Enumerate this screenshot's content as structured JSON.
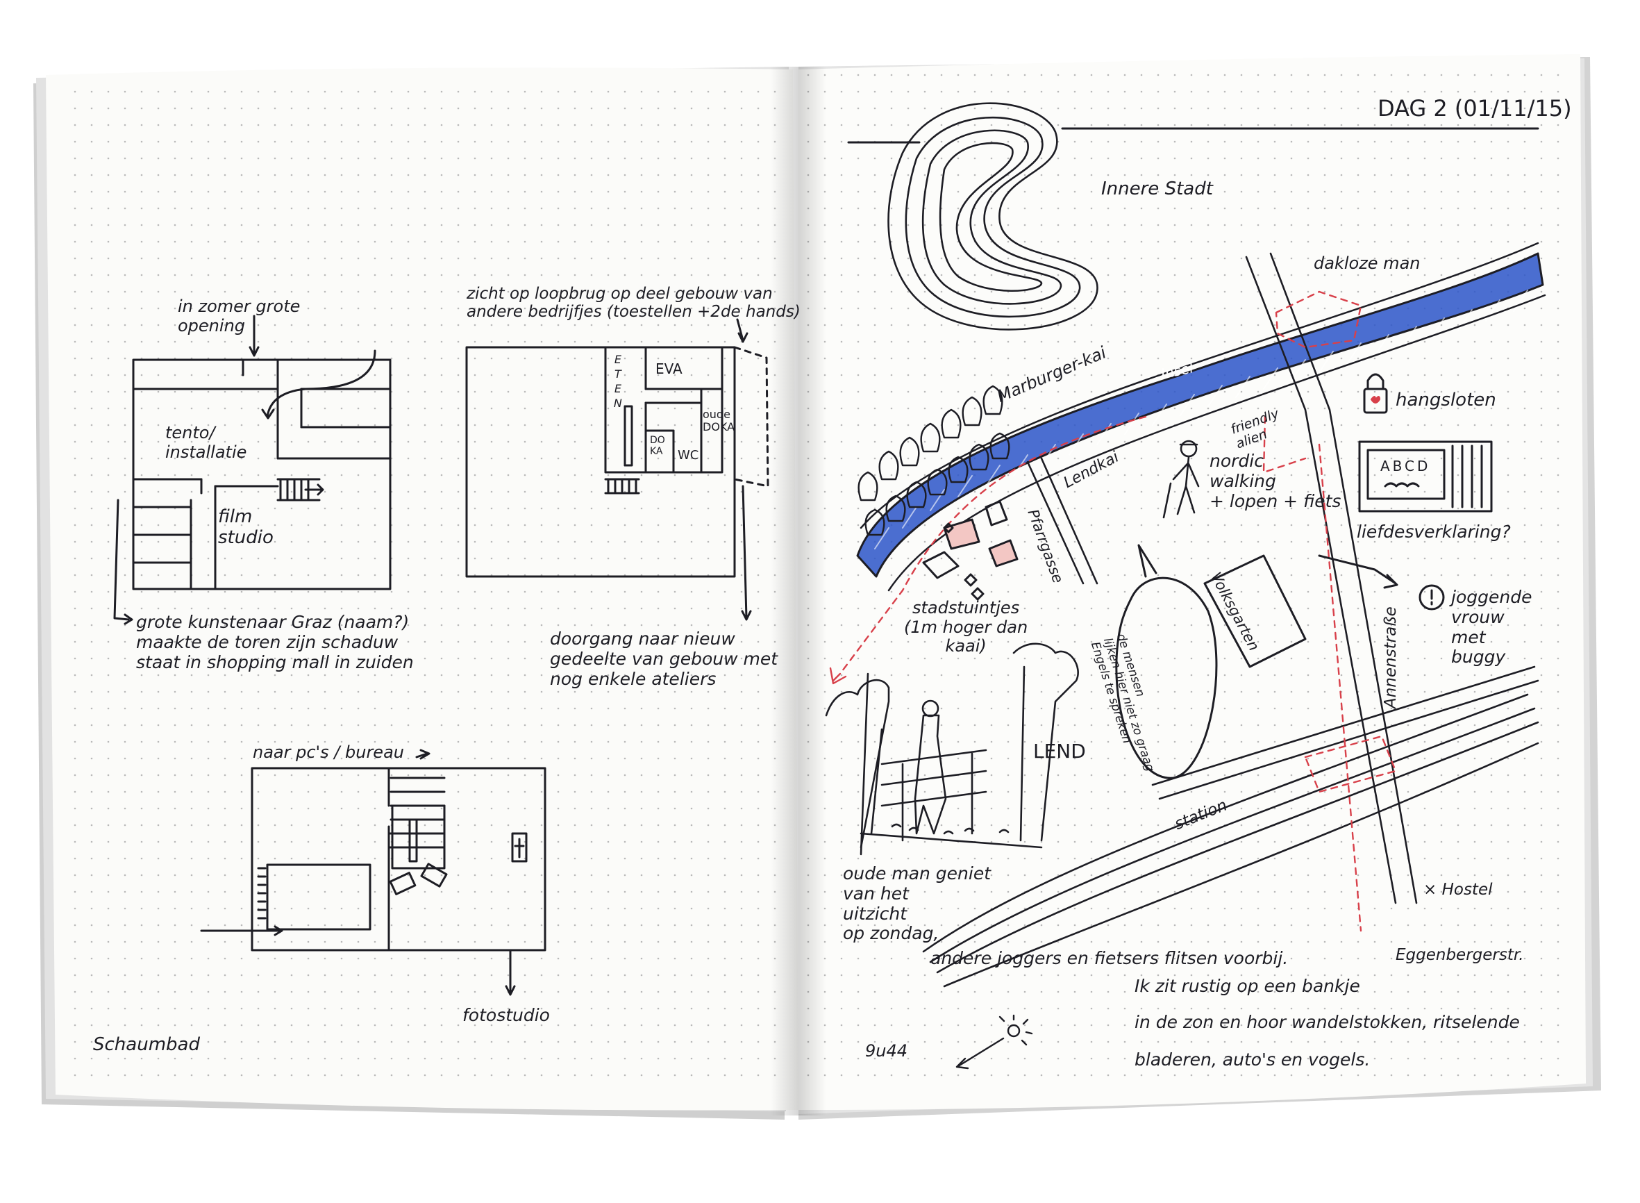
{
  "colors": {
    "ink": "#1d1d24",
    "blue_ink": "#2b55c8",
    "red_ink": "#d8404a",
    "paper": "#fbfbf9",
    "dot": "#b9b9b9",
    "background": "#ffffff"
  },
  "left_page": {
    "plan_top_left": {
      "note_opening": "in zomer grote\nopening",
      "room_installation": "tento/\ninstallatie",
      "room_film": "film\nstudio",
      "note_artist": "grote kunstenaar Graz (naam?)\nmaakte de toren zijn schaduw\nstaat in shopping mall in zuiden"
    },
    "plan_top_right": {
      "note_view": "zicht op loopbrug op deel gebouw van\nandere bedrijfjes (toestellen +2de hands)",
      "room_eten": "ETEN",
      "room_eva": "EVA",
      "room_oude_doka": "oude\nDOKA",
      "room_doka": "DO\nKA",
      "room_wc": "WC",
      "note_passage": "doorgang naar nieuw\ngedeelte van gebouw met\nnog enkele ateliers"
    },
    "plan_bottom": {
      "note_pcs": "naar pc's / bureau",
      "note_photo": "fotostudio"
    },
    "footer_label": "Schaumbad"
  },
  "right_page": {
    "header": "DAG 2 (01/11/15)",
    "district": "Innere Stadt",
    "homeless": "dakloze man",
    "quay_north": "Marburger-kai",
    "island": "Insel",
    "quay_south": "Lendkai",
    "friendly": "friendly\nalien",
    "padlocks": "hangsloten",
    "sign_text": "ABCD",
    "love_note": "liefdesverklaring?",
    "walking": "nordic\nwalking\n+ lopen + fiets",
    "jogger": "joggende\nvrouw\nmet\nbuggy",
    "street_pfarr": "Pfarrgasse",
    "street_grid": "Volksgarten",
    "street_annen": "Annenstraße",
    "gardens": "stadstuintjes\n(1m hoger dan\nkaai)",
    "speech": "de mensen\nlijken hier niet zo graag\nEngels te spreken",
    "lend": "LEND",
    "station": "station",
    "hostel": "× Hostel",
    "old_man": "oude man geniet\nvan het\nuitzicht\nop zondag,",
    "joggers_line": "andere joggers en fietsers flitsen voorbij.",
    "bench_line1": "Ik zit rustig op een bankje",
    "bench_line2": "in de zon en hoor wandelstokken, ritselende",
    "bench_line3": "bladeren, auto's en vogels.",
    "street_eggen": "Eggenbergerstr.",
    "time": "9u44"
  }
}
